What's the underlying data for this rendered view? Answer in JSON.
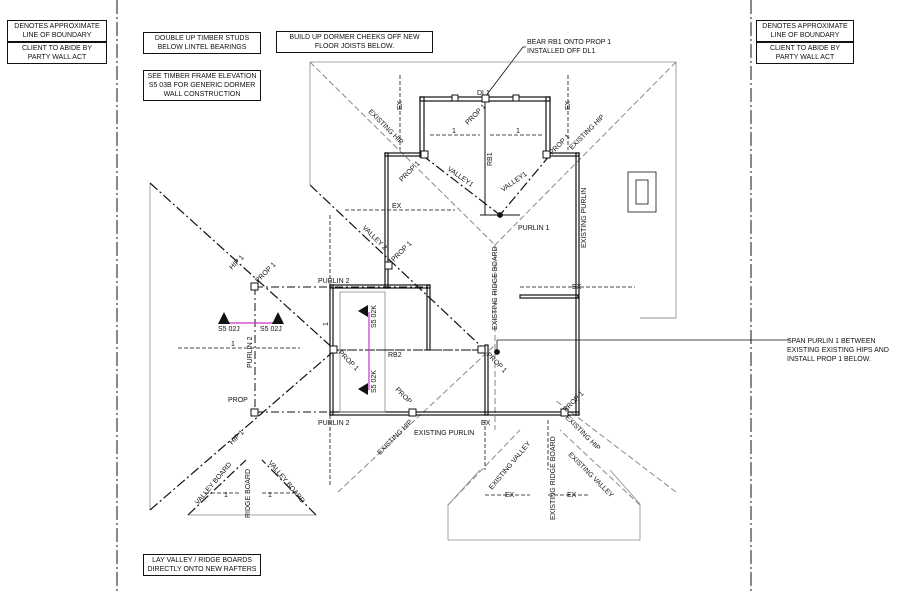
{
  "notes": {
    "boundary_left": "DENOTES APPROXIMATE\nLINE OF BOUNDARY",
    "party_wall_left": "CLIENT TO ABIDE BY\nPARTY WALL ACT",
    "boundary_right": "DENOTES APPROXIMATE\nLINE OF BOUNDARY",
    "party_wall_right": "CLIENT TO ABIDE BY\nPARTY WALL ACT",
    "studs": "DOUBLE UP TIMBER STUDS\nBELOW LINTEL BEARINGS",
    "dormer_cheeks": "BUILD UP DORMER CHEEKS OFF NEW\nFLOOR JOISTS BELOW.",
    "timber_frame": "SEE TIMBER FRAME ELEVATION\nS5 03B FOR GENERIC DORMER\nWALL CONSTRUCTION",
    "lay_valley": "LAY VALLEY / RIDGE BOARDS\nDIRECTLY ONTO NEW RAFTERS",
    "bear_rb1": "BEAR RB1 ONTO PROP 1\nINSTALLED OFF DL1",
    "span_purlin": "SPAN PURLIN 1 BETWEEN\nEXISTING EXISTING HIPS AND\nINSTALL PROP 1 BELOW."
  },
  "labels": {
    "dl1": "DL1",
    "rb1": "RB1",
    "rb2": "RB2",
    "prop1": "PROP 1",
    "prop": "PROP",
    "purlin1": "PURLIN 1",
    "purlin2": "PURLIN 2",
    "existing_hip": "EXISTING HIP",
    "existing_ridge_board": "EXISTING RIDGE BOARD",
    "existing_purlin": "EXISTING PURLIN",
    "existing_valley": "EXISTING VALLEY",
    "valley1": "VALLEY1",
    "valley2": "VALLEY 2",
    "hip1": "HIP 1",
    "valley_board": "VALLEY BOARD",
    "ridge_board": "RIDGE BOARD",
    "ex": "EX",
    "one": "1",
    "s5_02j": "S5 02J",
    "s5_02k": "S5 02K"
  },
  "colors": {
    "line": "#111111",
    "grey_line": "#8a8a8a",
    "section_marker": "#cc33cc"
  }
}
